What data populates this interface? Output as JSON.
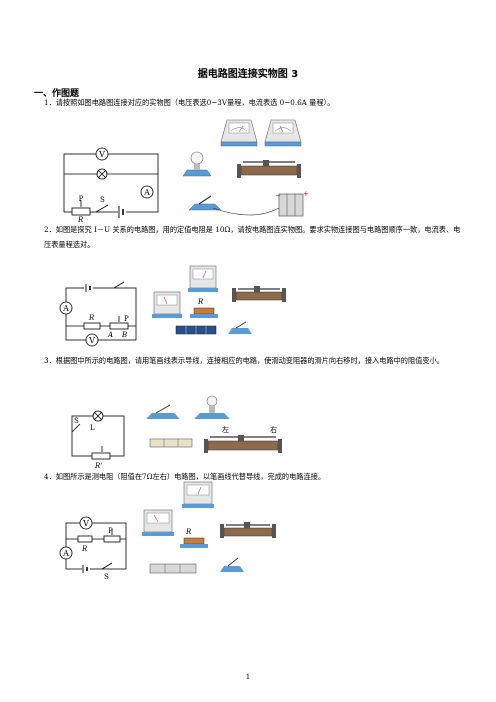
{
  "doc": {
    "title": "据电路图连接实物图 3",
    "section": "一、作图题",
    "page_number": "1"
  },
  "questions": [
    {
      "text": "1．请按照如图电路图连接对应的实物图（电压表选0~3V量程，电流表选 0~0.6A 量程）。"
    },
    {
      "text": "2．如图是探究 I－U 关系的电路图，用的定值电阻是 10Ω，请按电路图连实物图。要求实物连接图与电路图顺序一致，电流表、电压表量程选对。"
    },
    {
      "text": "3．根据图中所示的电路图，请用笔画线表示导线，连接相应的电路，使滑动变阻器的滑片向右移时，接入电路中的阻值变小。"
    },
    {
      "text": "4．如图所示是测电阻（阻值在7Ω左右）电路图，以笔画线代替导线，完成的电路连接。"
    }
  ],
  "labels": {
    "q1": {
      "v": "V",
      "a": "A",
      "p": "P",
      "s": "S",
      "r": "R",
      "plus": "+",
      "minus": "－"
    },
    "q2": {
      "a": "A",
      "v": "V",
      "r": "R",
      "p": "P",
      "ab_a": "A",
      "ab_b": "B",
      "r_photo": "R"
    },
    "q3": {
      "s": "S",
      "l": "L",
      "r": "R'",
      "left": "左",
      "right": "右"
    },
    "q4": {
      "v": "V",
      "a": "A",
      "p": "P",
      "r": "R",
      "s": "S",
      "r_photo": "R"
    }
  }
}
